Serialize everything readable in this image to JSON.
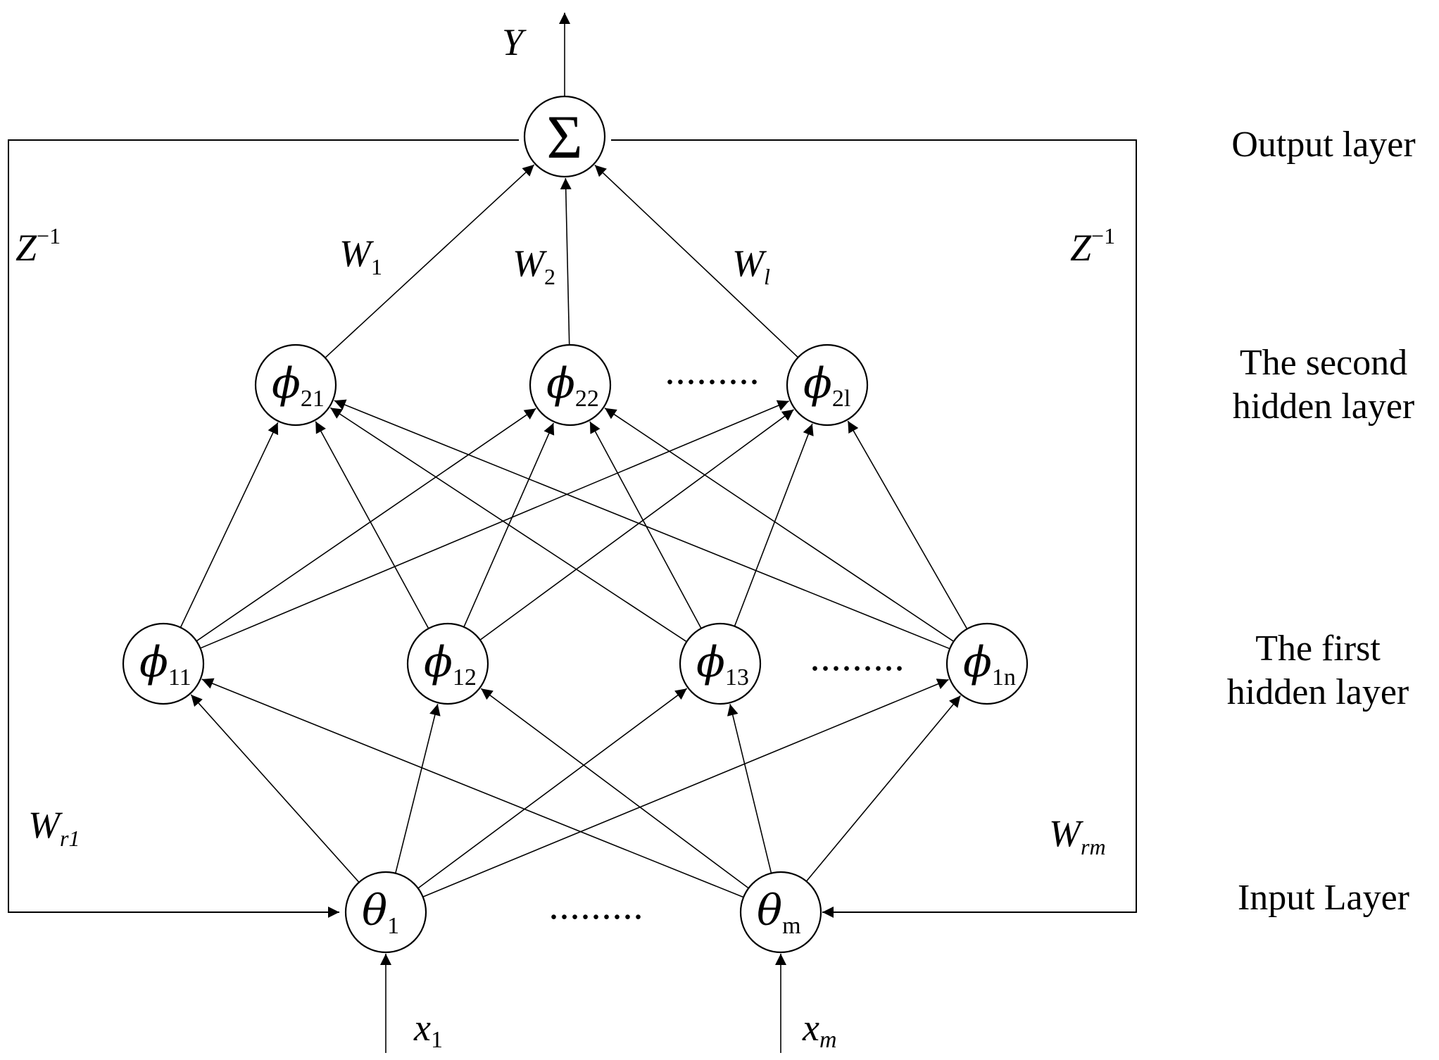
{
  "nodes": {
    "output": {
      "symbol": "Σ",
      "sub": ""
    },
    "h2": [
      {
        "symbol": "ϕ",
        "sub": "21"
      },
      {
        "symbol": "ϕ",
        "sub": "22"
      },
      {
        "symbol": "ϕ",
        "sub": "2l"
      }
    ],
    "h1": [
      {
        "symbol": "ϕ",
        "sub": "11"
      },
      {
        "symbol": "ϕ",
        "sub": "12"
      },
      {
        "symbol": "ϕ",
        "sub": "13"
      },
      {
        "symbol": "ϕ",
        "sub": "1n"
      }
    ],
    "input": [
      {
        "symbol": "θ",
        "sub": "1"
      },
      {
        "symbol": "θ",
        "sub": "m"
      }
    ]
  },
  "ellipsis": ".........",
  "signals": {
    "output": {
      "main": "Y"
    },
    "x1": {
      "main": "x",
      "sub": "1"
    },
    "xm": {
      "main": "x",
      "sub": "m"
    }
  },
  "weights": {
    "w1": {
      "main": "W",
      "sub": "1"
    },
    "w2": {
      "main": "W",
      "sub": "2"
    },
    "wl": {
      "main": "W",
      "sub": "l"
    },
    "wr1": {
      "main": "W",
      "sub": "r1"
    },
    "wrm": {
      "main": "W",
      "sub": "rm"
    }
  },
  "delays": {
    "left": {
      "main": "Z",
      "sup": "−1"
    },
    "right": {
      "main": "Z",
      "sup": "−1"
    }
  },
  "layer_labels": {
    "output": [
      "Output layer"
    ],
    "second_hidden": [
      "The second",
      "hidden layer"
    ],
    "first_hidden": [
      "The first",
      "hidden layer"
    ],
    "input": [
      "Input Layer"
    ]
  }
}
